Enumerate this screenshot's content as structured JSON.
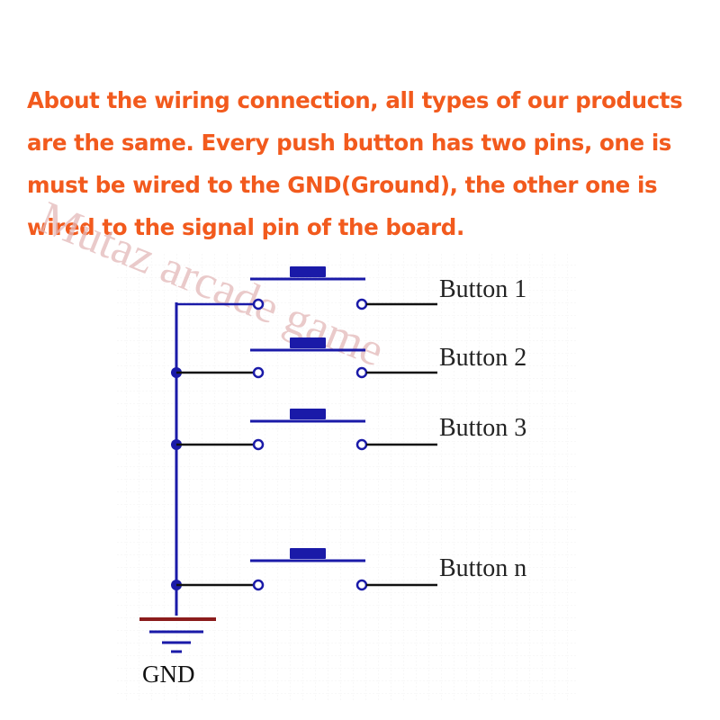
{
  "intro": {
    "lines": [
      "About the wiring connection, all types of our products",
      "are the same. Every push button has two pins, one is",
      "must be wired to the GND(Ground), the other one is",
      "wired to the signal pin of the board."
    ]
  },
  "diagram": {
    "buttons": [
      {
        "label": "Button 1"
      },
      {
        "label": "Button 2"
      },
      {
        "label": "Button 3"
      },
      {
        "label": "Button n"
      }
    ],
    "ground_label": "GND",
    "watermark": "Mutaz arcade game"
  },
  "colors": {
    "text": "#f25a1d",
    "wire_blue": "#1a1aa8",
    "wire_black": "#111111",
    "ground_red": "#8b1c1c",
    "watermark": "#e3b9b9"
  }
}
